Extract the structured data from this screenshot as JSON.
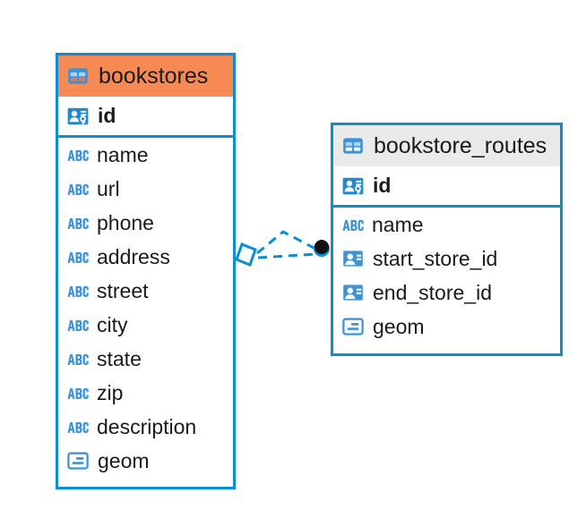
{
  "diagram": {
    "type": "entity-relationship-diagram",
    "background_color": "#ffffff",
    "accent_color": "#0a8ed0",
    "selected_header_color": "#f68a55",
    "default_header_color": "#eaeaea"
  },
  "entities": [
    {
      "name": "bookstores",
      "table_icon": "table-icon",
      "selected": true,
      "header_color": "#f68a55",
      "key_fields": [
        {
          "label": "id",
          "icon": "primary-key-icon",
          "bold": true
        }
      ],
      "fields": [
        {
          "label": "name",
          "icon": "abc-text-icon"
        },
        {
          "label": "url",
          "icon": "abc-text-icon"
        },
        {
          "label": "phone",
          "icon": "abc-text-icon"
        },
        {
          "label": "address",
          "icon": "abc-text-icon"
        },
        {
          "label": "street",
          "icon": "abc-text-icon"
        },
        {
          "label": "city",
          "icon": "abc-text-icon"
        },
        {
          "label": "state",
          "icon": "abc-text-icon"
        },
        {
          "label": "zip",
          "icon": "abc-text-icon"
        },
        {
          "label": "description",
          "icon": "abc-text-icon"
        },
        {
          "label": "geom",
          "icon": "geometry-icon"
        }
      ]
    },
    {
      "name": "bookstore_routes",
      "table_icon": "table-icon",
      "selected": false,
      "header_color": "#eaeaea",
      "key_fields": [
        {
          "label": "id",
          "icon": "primary-key-icon",
          "bold": true
        }
      ],
      "fields": [
        {
          "label": "name",
          "icon": "abc-text-icon"
        },
        {
          "label": "start_store_id",
          "icon": "foreign-key-icon"
        },
        {
          "label": "end_store_id",
          "icon": "foreign-key-icon"
        },
        {
          "label": "geom",
          "icon": "geometry-icon"
        }
      ]
    }
  ],
  "relationships": [
    {
      "from_entity": "bookstores",
      "to_entity": "bookstore_routes",
      "line_style": "dashed",
      "line_color": "#0a8ed0",
      "source_marker": "diamond-marker",
      "target_marker": "filled-circle-marker",
      "branch_count": 2
    }
  ]
}
